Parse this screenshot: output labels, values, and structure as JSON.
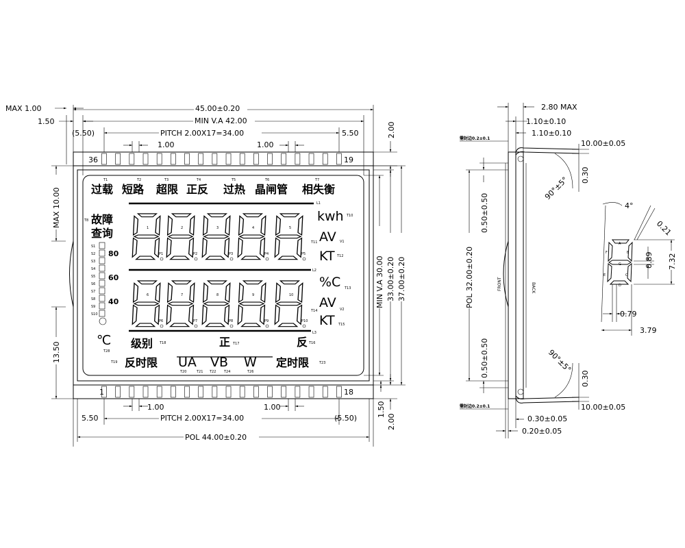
{
  "front": {
    "dims": {
      "max_1": "MAX 1.00",
      "d_150_top": "1.50",
      "total_width": "45.00±0.20",
      "min_va": "MIN V.A 42.00",
      "pitch_top": "PITCH 2.00X17=34.00",
      "d_550_left_top": "(5.50)",
      "d_550_right_top": "5.50",
      "d_100_a": "1.00",
      "d_100_b": "1.00",
      "d_100_c": "1.00",
      "d_100_d": "1.00",
      "d_200_right_top": "2.00",
      "max_10": "MAX 10.00",
      "d_1350": "13.50",
      "min_va_30": "MIN V.A 30.00",
      "d_3300": "33.00±0.20",
      "d_3700": "37.00±0.20",
      "d_550_left_bottom": "5.50",
      "pitch_bottom": "PITCH 2.00X17=34.00",
      "d_550_right_bottom": "(5.50)",
      "d_150_bottom": "1.50",
      "d_200_bottom": "2.00",
      "pol_width": "POL 44.00±0.20"
    },
    "pins": {
      "top_left": "36",
      "top_right": "19",
      "bottom_left": "1",
      "bottom_right": "18"
    },
    "labels_top_row": [
      "过载",
      "短路",
      "超限",
      "正反",
      "过热",
      "晶闸管",
      "相失衡"
    ],
    "t_top": [
      "T1",
      "T2",
      "T3",
      "T4",
      "T5",
      "T6",
      "T7"
    ],
    "left_block": [
      "故障",
      "查询"
    ],
    "t8": "T8",
    "s_labels": [
      "S1",
      "S2",
      "S3",
      "S4",
      "S5",
      "S6",
      "S7",
      "S8",
      "S9",
      "S10"
    ],
    "scale_labels": [
      "80",
      "60",
      "40"
    ],
    "digit_nums": [
      "1",
      "2",
      "3",
      "4",
      "5",
      "6",
      "7",
      "8",
      "9",
      "10"
    ],
    "p_labels": [
      "P1",
      "P2",
      "P3",
      "P4",
      "P5",
      "P6",
      "P7",
      "P8",
      "P9",
      "P10"
    ],
    "l_labels": [
      "L1",
      "L2",
      "L3"
    ],
    "right_units": {
      "kwh": "kwh",
      "t10": "T10",
      "av1": "AV",
      "t11": "T11",
      "v1": "V1",
      "kt1": "KT",
      "t12": "T12",
      "pct_c": "%C",
      "t13": "T13",
      "av2": "AV",
      "t14": "T14",
      "v2": "V2",
      "kt2": "KT",
      "t15": "T15"
    },
    "temp_c": "℃",
    "t28": "T28",
    "bottom": {
      "jibie": "级别",
      "t18": "T18",
      "zheng": "正",
      "t17": "T17",
      "fan": "反",
      "t16": "T16",
      "t19": "T19",
      "fanshixian": "反时限",
      "ua": "UA",
      "vb": "VB",
      "w": "W",
      "t20": "T20",
      "t21": "T21",
      "t22": "T22",
      "t24": "T24",
      "t26": "T26",
      "dingshixian": "定时限",
      "t23": "T23"
    }
  },
  "side": {
    "d_280": "2.80 MAX",
    "d_110_a": "1.10±0.10",
    "d_110_b": "1.10±0.10",
    "note_top": "需封边0.2±0.1",
    "d_1000_top": "10.00±0.05",
    "d_030_top": "0.30",
    "angle_top": "90°±5°",
    "d_050_top": "0.50±0.50",
    "pol_32": "POL 32.00±0.20",
    "front": "FRONT",
    "back": "BACK",
    "d_050_bottom": "0.50±0.50",
    "angle_bottom": "90°±5°",
    "d_030_bottom": "0.30",
    "note_bottom": "需封边0.2±0.1",
    "d_1000_bottom": "10.00±0.05",
    "d_030_005": "0.30±0.05",
    "d_020_005": "0.20±0.05"
  },
  "digit_detail": {
    "angle": "4°",
    "d_021": "0.21",
    "d_089": "0.89",
    "d_732": "7.32",
    "d_079": "0.79",
    "d_379": "3.79",
    "seg_letters": [
      "A",
      "F",
      "B",
      "G",
      "E",
      "C",
      "D"
    ]
  }
}
